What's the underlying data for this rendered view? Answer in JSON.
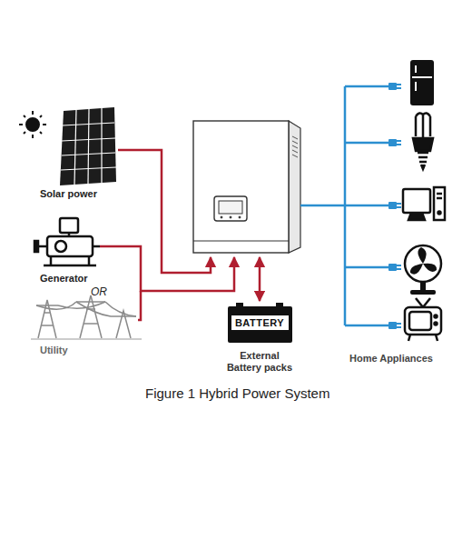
{
  "diagram": {
    "caption": "Figure 1 Hybrid Power System",
    "nodes": [
      {
        "text": [
          "BATTERY",
          "External Battery packs"
        ]
      }
    ],
    "labels": [
      "Solar power",
      "Generator",
      "OR",
      "Utility",
      "Home Appliances"
    ]
  }
}
